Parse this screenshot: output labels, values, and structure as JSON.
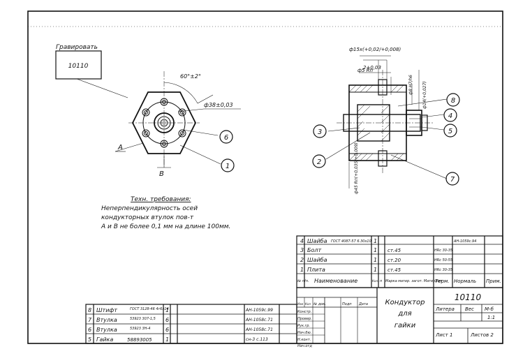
{
  "engrave": {
    "label": "Гравировать",
    "text": "10110"
  },
  "dims": {
    "angle": "60°±2°",
    "dia38": "ф38±0,03",
    "dia15": "ф15х(+0,02/+0,008)",
    "tol2": "2±0,03",
    "dia5": "ф5 Rп",
    "dia8": "ф8 H7/h6",
    "dia14": "ф14(+0,027)",
    "dia45": "ф45 Rп(+0,035/+0,009)",
    "letterA": "А",
    "letterB": "В"
  },
  "callouts": [
    "1",
    "2",
    "3",
    "4",
    "5",
    "6",
    "7",
    "8"
  ],
  "tech": {
    "title": "Техн. требования:",
    "lines": [
      "Неперпендикулярность осей",
      "кондукторных втулок пов-т",
      "А и В не более 0,1 мм на длине 100мм."
    ]
  },
  "spec_upper": {
    "rows": [
      {
        "pos": "4",
        "name": "Шайба",
        "std": "ГОСТ 4087-57 6.30х10",
        "qty": "1",
        "mat": "",
        "hrc": "",
        "doc": "АН-1059с.94"
      },
      {
        "pos": "3",
        "name": "Болт",
        "std": "",
        "qty": "1",
        "mat": "ст.45",
        "hrc": "HRc 30-35",
        "doc": ""
      },
      {
        "pos": "2",
        "name": "Шайба",
        "std": "",
        "qty": "1",
        "mat": "ст.20",
        "hrc": "HRc 50-55",
        "doc": ""
      },
      {
        "pos": "1",
        "name": "Плита",
        "std": "",
        "qty": "1",
        "mat": "ст.45",
        "hrc": "HRc 30-35",
        "doc": ""
      }
    ],
    "header": {
      "pos": "№ п/п.",
      "name": "Наименование",
      "qty": "Кол.",
      "n": "п",
      "mat": "Марка матер. загот. Материал",
      "term": "Терм.",
      "norm": "Нормаль",
      "note": "Прим."
    }
  },
  "spec_lower": [
    {
      "pos": "8",
      "name": "Штифт",
      "std": "ГОСТ 3128-46 4г6х14",
      "qty": "1",
      "doc": "АН-1059с.99"
    },
    {
      "pos": "7",
      "name": "Втулка",
      "std": "53923 307-1,5",
      "qty": "6",
      "doc": "АН-1058с.71"
    },
    {
      "pos": "6",
      "name": "Втулка",
      "std": "53923 3Н-4",
      "qty": "6",
      "doc": "АН-1058с.71"
    },
    {
      "pos": "5",
      "name": "Гайка",
      "std": "58893005",
      "qty": "1",
      "doc": "сн-3 с.113"
    }
  ],
  "title_block": {
    "name_lines": [
      "Кондуктор",
      "для",
      "гайки"
    ],
    "code": "10110",
    "roles": [
      "Изм",
      "Кол",
      "№ док.",
      "Подп",
      "Дата",
      "Констр.",
      "Провер.",
      "Рук.гр.",
      "Нач.бю.",
      "Н.конт.",
      "Нач.отд"
    ],
    "litera": "Литера",
    "mass": "Вес",
    "scale": "М-б",
    "scale_val": "1:1",
    "sheet": "Лист 1",
    "sheets": "Листов 2"
  }
}
